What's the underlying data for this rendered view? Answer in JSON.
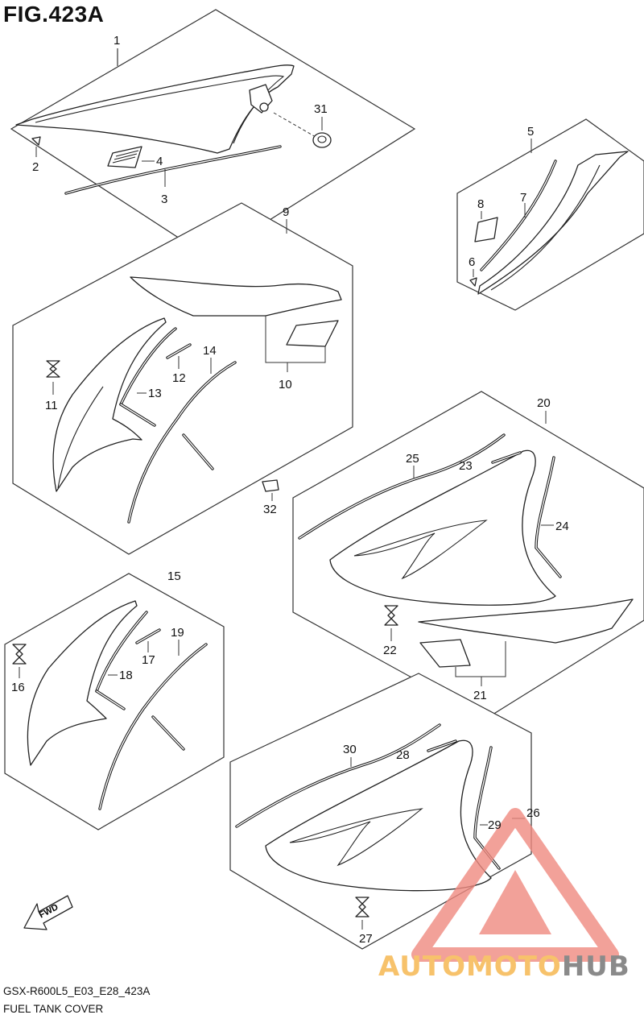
{
  "figure": {
    "title": "FIG.423A",
    "model_code": "GSX-R600L5_E03_E28_423A",
    "section_name": "FUEL TANK COVER"
  },
  "callouts": {
    "c1": "1",
    "c2": "2",
    "c3": "3",
    "c4": "4",
    "c5": "5",
    "c6": "6",
    "c7": "7",
    "c8": "8",
    "c9": "9",
    "c10": "10",
    "c11": "11",
    "c12": "12",
    "c13": "13",
    "c14": "14",
    "c15": "15",
    "c16": "16",
    "c17": "17",
    "c18": "18",
    "c19": "19",
    "c20": "20",
    "c21": "21",
    "c22": "22",
    "c23": "23",
    "c24": "24",
    "c25": "25",
    "c26": "26",
    "c27": "27",
    "c28": "28",
    "c29": "29",
    "c30": "30",
    "c31": "31",
    "c32": "32"
  },
  "direction_badge": {
    "label": "FWD"
  },
  "watermark": {
    "part1": "AUTOMOTO",
    "part2": "HUB",
    "color_primary": "#f7c26b",
    "color_secondary": "#8a8a8a",
    "triangle_color": "#f08a80"
  },
  "colors": {
    "line": "#222222",
    "background": "#ffffff"
  }
}
